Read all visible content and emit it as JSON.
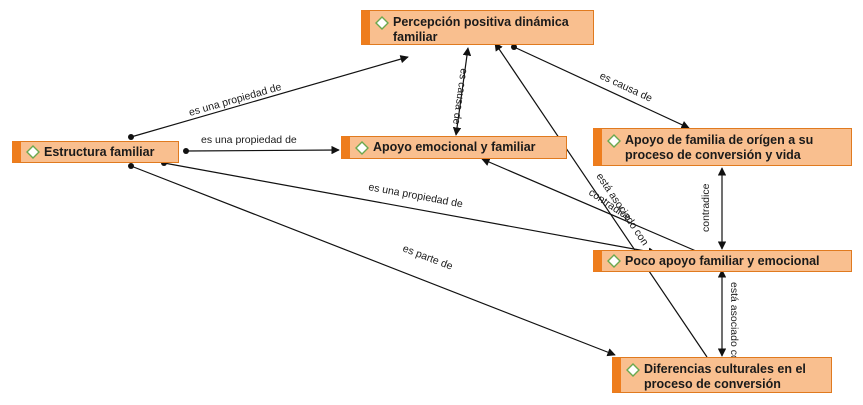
{
  "nodes": {
    "percepcion": "Percepción positiva dinámica familiar",
    "estructura": "Estructura familiar",
    "apoyo_emocional": "Apoyo emocional y familiar",
    "apoyo_familia": "Apoyo de familia de orígen a su proceso de conversión y vida",
    "poco_apoyo": "Poco apoyo familiar y emocional",
    "diferencias": "Diferencias culturales en el proceso de conversión"
  },
  "edges": {
    "e1": "es una propiedad de",
    "e2": "es una propiedad de",
    "e3": "es una propiedad de",
    "e4": "es parte de",
    "e5": "es causa de",
    "e6": "es causa de",
    "e7": "contradice",
    "e8": "contradice",
    "e9": "está asociado con",
    "e10": "está asociado con"
  },
  "colors": {
    "node_fill": "#f9bf8f",
    "node_accent": "#ee7d1d",
    "line": "#111111"
  },
  "icon": "diamond-icon"
}
